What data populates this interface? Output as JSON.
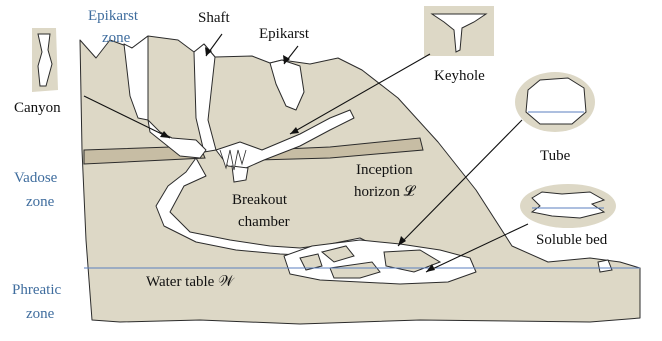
{
  "colors": {
    "rock": "#ddd8c6",
    "bedding": "#c7bda4",
    "outline": "#2b2b2b",
    "zone_label": "#3f6d9e",
    "water_table": "#5b7fbf",
    "ink": "#111111"
  },
  "zones": {
    "epikarst": [
      "Epikarst",
      "zone"
    ],
    "vadose": [
      "Vadose",
      "zone"
    ],
    "phreatic": [
      "Phreatic",
      "zone"
    ]
  },
  "labels": {
    "shaft": "Shaft",
    "epikarst": "Epikarst",
    "keyhole": "Keyhole",
    "canyon": "Canyon",
    "tube": "Tube",
    "inception_horizon": [
      "Inception",
      "horizon 𝓛"
    ],
    "breakout_chamber": [
      "Breakout",
      "chamber"
    ],
    "soluble_bed": "Soluble bed",
    "water_table": "Water table 𝒲"
  }
}
